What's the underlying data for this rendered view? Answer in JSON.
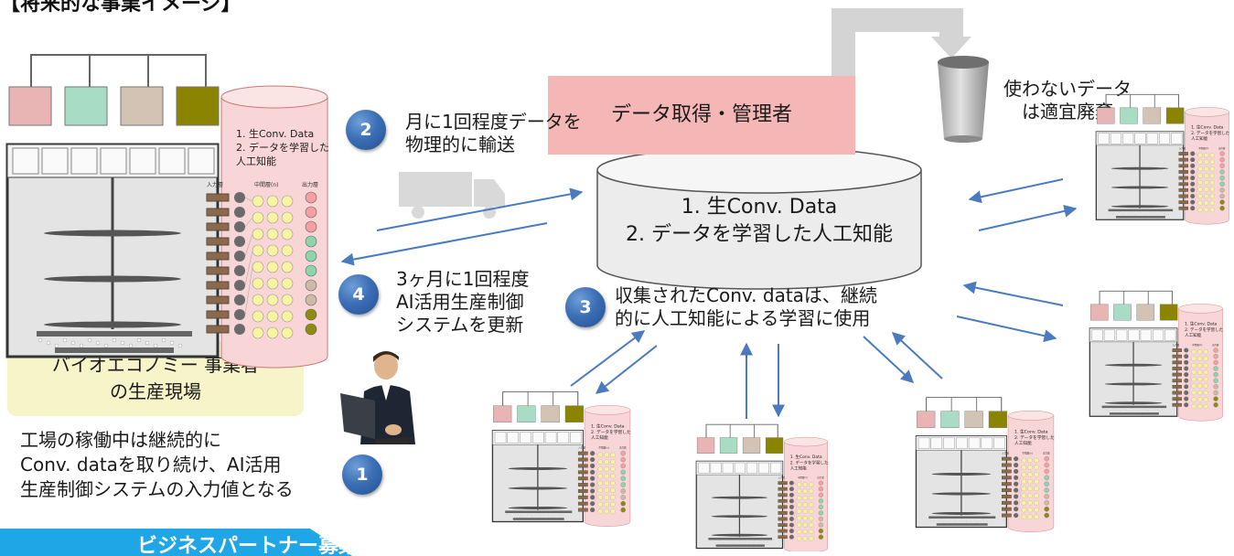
{
  "heading": "【将来的な事業イメージ】",
  "plant": {
    "line1": "バイオエコノミー 事業者",
    "line2": "の生産現場",
    "desc": [
      "工場の稼働中は継続的に",
      "Conv. dataを取り続け、AI活用",
      "生産制御システムの入力値となる"
    ]
  },
  "reactor": {
    "storage_line1": "1.  生Conv. Data",
    "storage_line2": "2. データを学習した",
    "storage_line3": "人工知能",
    "nn_input": "入力層",
    "nn_hidden": "中間層(n)",
    "nn_output": "出力層",
    "dots": "：",
    "input_colors": [
      "#e8b4b4",
      "#a8dcc4",
      "#d2c3b4",
      "#8a8400"
    ],
    "node_colors": [
      "#f3a0a0",
      "#f3a0a0",
      "#f3a0a0",
      "#8ed4ac",
      "#8ed4ac",
      "#8ed4ac",
      "#cdb9a5",
      "#cdb9a5",
      "#8f8a10",
      "#8f8a10"
    ]
  },
  "steps": [
    {
      "num": "1"
    },
    {
      "num": "2",
      "lines": [
        "月に1回程度データを",
        "物理的に輸送"
      ]
    },
    {
      "num": "3",
      "lines": [
        "収集されたConv. dataは、継続",
        "的に人工知能による学習に使用"
      ]
    },
    {
      "num": "4",
      "lines": [
        "3ヶ月に1回程度",
        "AI活用生産制御",
        "システムを更新"
      ]
    }
  ],
  "manager_label": "データ取得・管理者",
  "database": {
    "line1": "1. 生Conv. Data",
    "line2": "2. データを学習した人工知能"
  },
  "discard": {
    "line1": "使わないデータ",
    "line2": "は適宜廃棄"
  },
  "banner": "ビジネスパートナー募集"
}
